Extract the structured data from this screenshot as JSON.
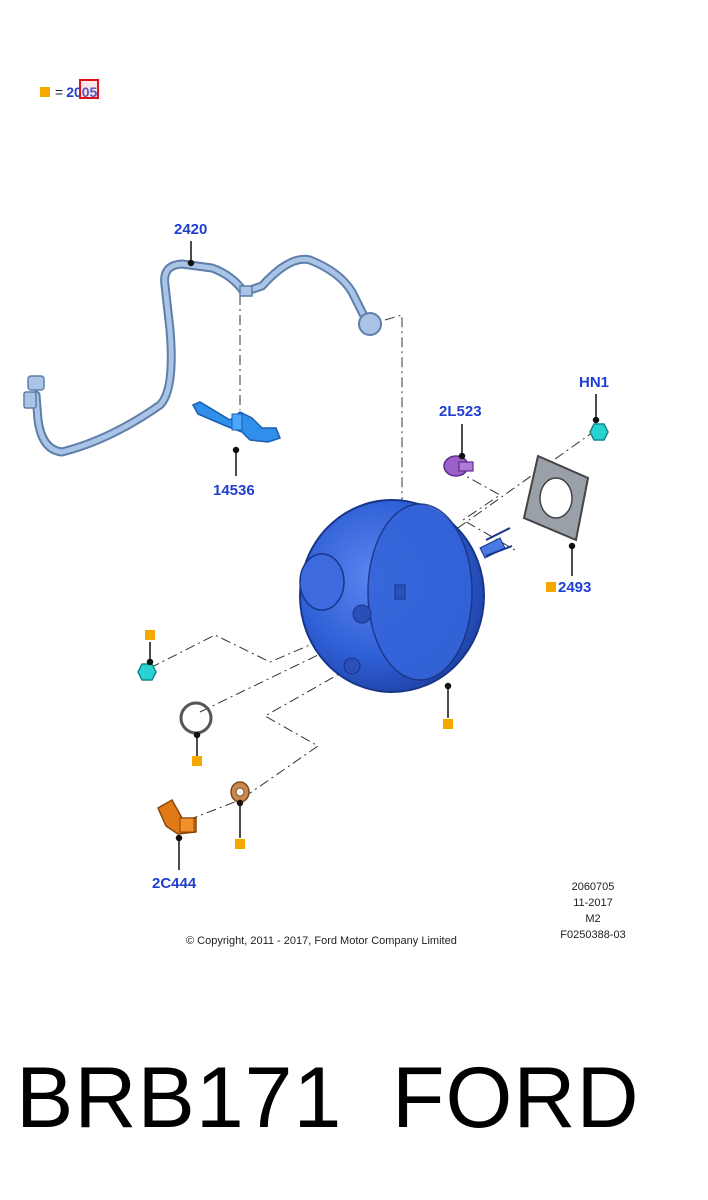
{
  "legend": {
    "symbol": "orange-square-icon",
    "equals": "=",
    "ref": "2005"
  },
  "callouts": {
    "hose": "2420",
    "bracket": "14536",
    "check_valve": "2L523",
    "nut_top": "HN1",
    "gasket": "2493",
    "connector": "2C444"
  },
  "meta": {
    "line1": "2060705",
    "line2": "11-2017",
    "line3": "M2",
    "line4": "F0250388-03"
  },
  "copyright": "© Copyright, 2011 - 2017, Ford Motor Company Limited",
  "product": {
    "part_number": "BRB171",
    "brand": "FORD"
  },
  "colors": {
    "callout": "#1f3fcf",
    "marker": "#f5a800",
    "booster": "#2f5fd6",
    "hose": "#8fb0d8",
    "bracket": "#2f8fea",
    "valve": "#9a5fc8",
    "nut": "#29d3d3",
    "gasket": "#9aa0a8",
    "connector": "#e07a18",
    "highlight": "#e0101a"
  }
}
